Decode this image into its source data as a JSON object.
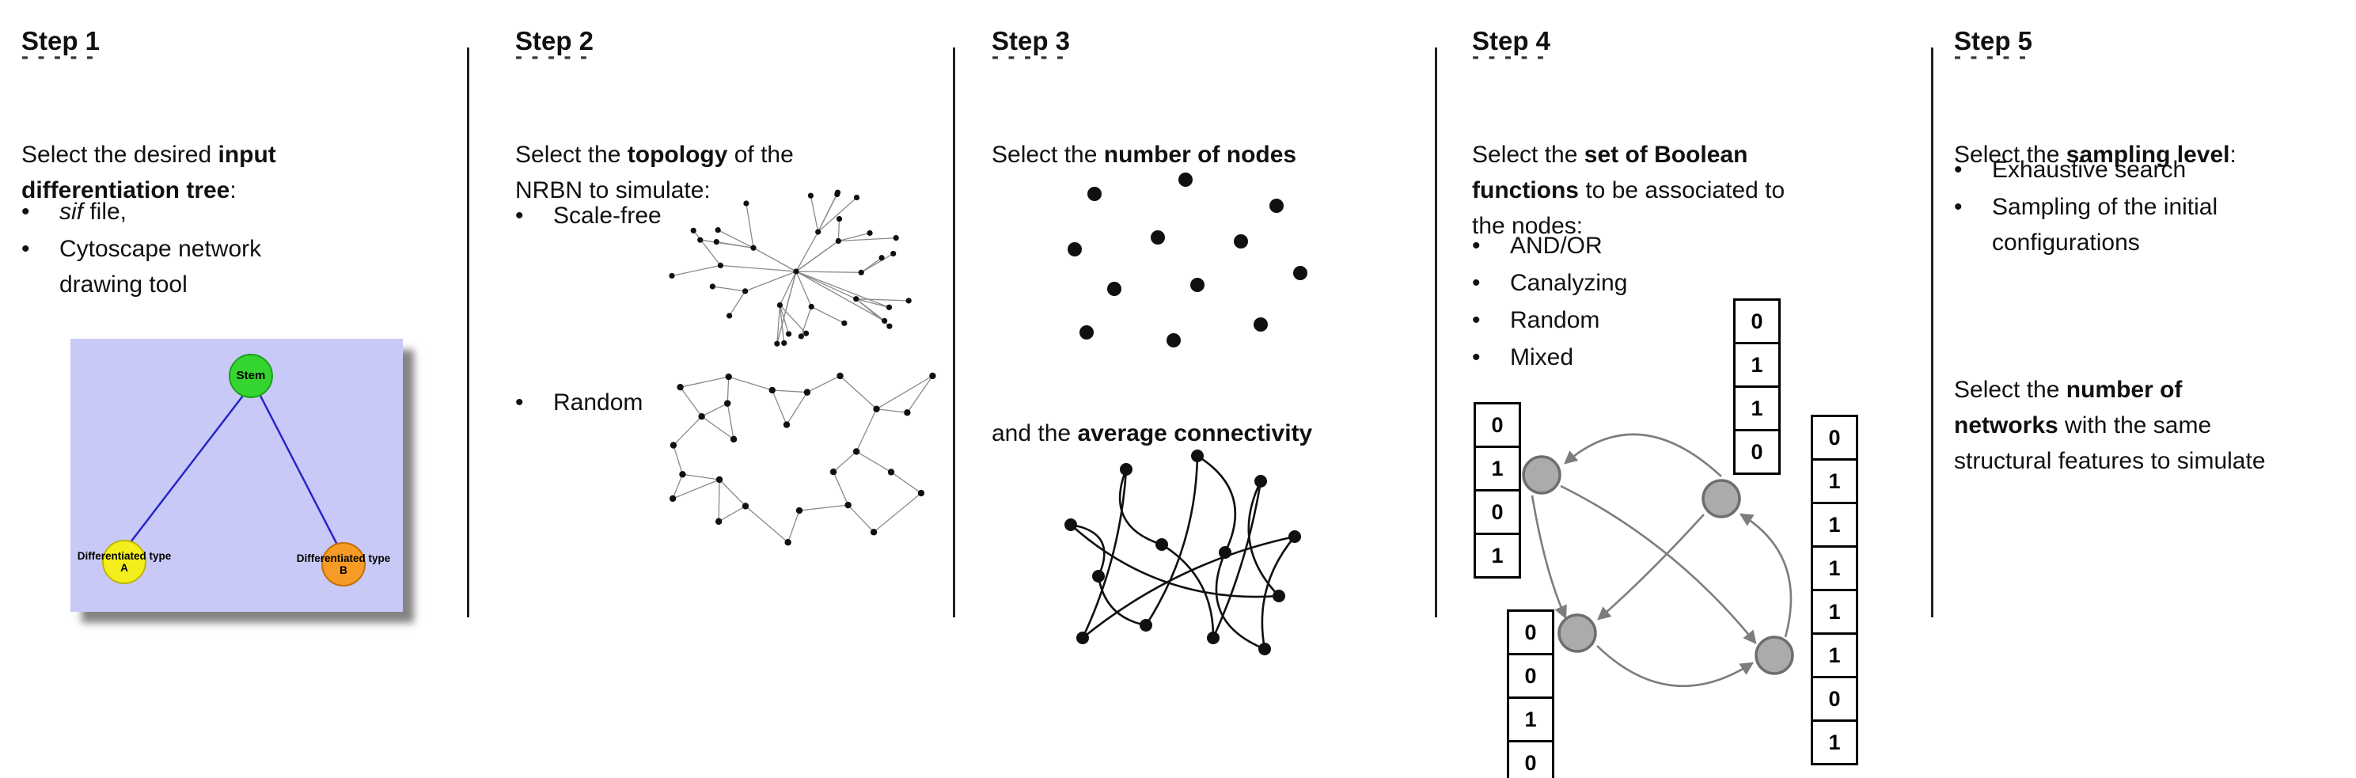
{
  "bullet_char": "•",
  "steps": {
    "step1": {
      "title": "Step 1",
      "dashes": "- - - - -",
      "intro": {
        "l1_pre": "Select the desired ",
        "l1_bold": "input",
        "l2_bold": "differentiation tree",
        "l2_post": ":"
      },
      "bullet1": {
        "italic": "sif",
        "rest": " file,"
      },
      "bullet2": {
        "l1": "Cytoscape network",
        "l2": "drawing tool"
      },
      "tree": {
        "stem_label": "Stem",
        "type_a_label": "Differentiated type A",
        "type_b_label": "Differentiated type B",
        "colors": {
          "background": "#c9c9f8",
          "stem_fill": "#35d52f",
          "type_a_fill": "#f4ef1c",
          "type_b_fill": "#f79b26",
          "edge": "#2626c9"
        }
      }
    },
    "step2": {
      "title": "Step 2",
      "dashes": "- - - - -",
      "intro": {
        "l1_pre": "Select the ",
        "l1_bold": "topology",
        "l1_post": " of the",
        "l2": "NRBN to simulate:"
      },
      "bullets": {
        "b1": "Scale-free",
        "b2": "Random"
      }
    },
    "step3": {
      "title": "Step 3",
      "dashes": "- - - - -",
      "intro": {
        "pre": "Select the ",
        "bold": "number of nodes"
      },
      "mid": {
        "pre": "and the ",
        "bold": "average connectivity"
      }
    },
    "step4": {
      "title": "Step 4",
      "dashes": "- - - - -",
      "intro": {
        "l1_pre": "Select the ",
        "l1_bold": "set of Boolean",
        "l2_bold": "functions",
        "l2_rest": " to be associated to",
        "l3": "the nodes:"
      },
      "bullets": {
        "b1": "AND/OR",
        "b2": "Canalyzing",
        "b3": "Random",
        "b4": "Mixed"
      },
      "tables": {
        "top": [
          "0",
          "1",
          "1",
          "0"
        ],
        "left": [
          "0",
          "1",
          "0",
          "1"
        ],
        "bottom_left": [
          "0",
          "0",
          "1",
          "0"
        ],
        "right": [
          "0",
          "1",
          "1",
          "1",
          "1",
          "1",
          "0",
          "1"
        ]
      }
    },
    "step5": {
      "title": "Step 5",
      "dashes": "- - - - -",
      "intro": {
        "pre": "Select the ",
        "bold": "sampling level",
        "post": ":"
      },
      "bullets": {
        "b1": "Exhaustive search",
        "b2": {
          "l1": "Sampling of the initial",
          "l2": "configurations"
        }
      },
      "para2": {
        "l1_pre": "Select the ",
        "l1_bold": "number of",
        "l2_bold": "networks",
        "l2_rest": " with the same",
        "l3": "structural features to simulate"
      }
    }
  }
}
